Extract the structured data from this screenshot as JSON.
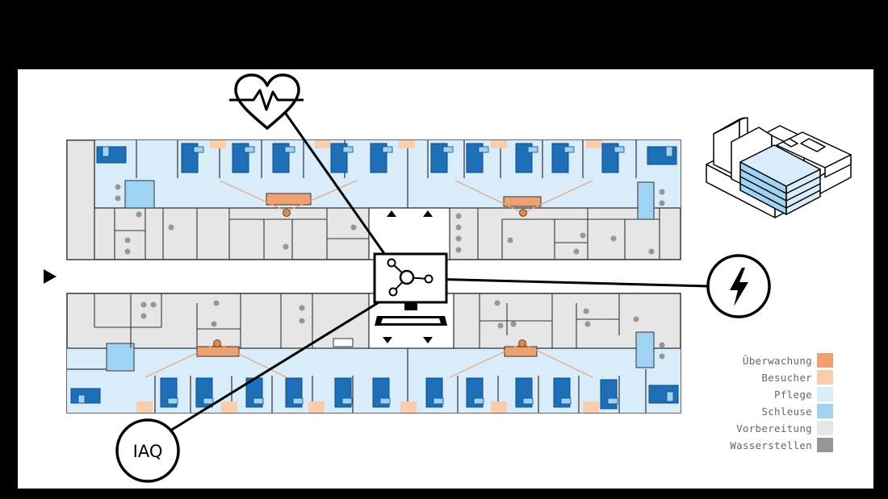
{
  "legend": {
    "items": [
      {
        "label": "Überwachung",
        "color": "#F0A170"
      },
      {
        "label": "Besucher",
        "color": "#FBCDAA"
      },
      {
        "label": "Pflege",
        "color": "#D8ECF9"
      },
      {
        "label": "Schleuse",
        "color": "#9FD3F3"
      },
      {
        "label": "Vorbereitung",
        "color": "#E6E6E6"
      },
      {
        "label": "Wasserstellen",
        "color": "#969696"
      }
    ]
  },
  "icons": {
    "iaq_label": "IAQ",
    "heart": "heart-rate-icon",
    "power": "lightning-icon",
    "computer": "computer-hub-icon",
    "building": "building-axonometric-icon"
  },
  "colors": {
    "background": "#000000",
    "canvas": "#FFFFFF",
    "room_blue": "#1D6FB8",
    "room_blue_dark": "#0B4E8C",
    "room_stroke": "#333333",
    "monitor_line": "#E8A36C",
    "sensor_dot": "#E38A3A"
  }
}
